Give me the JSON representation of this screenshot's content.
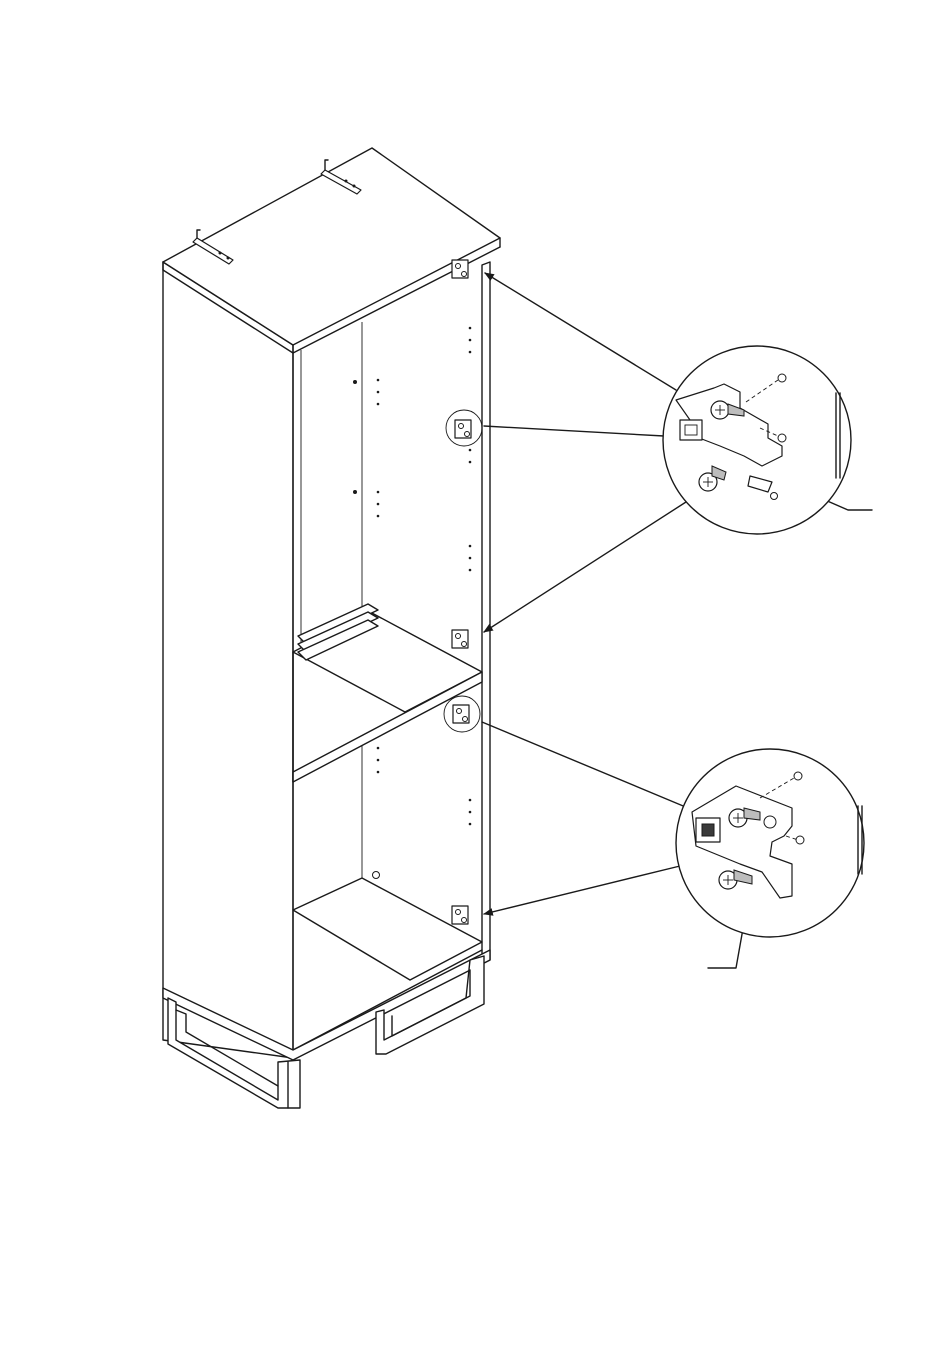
{
  "figure": {
    "type": "assembly-instruction-illustration",
    "subject": "tall-cabinet-hinge-installation",
    "callouts": [
      {
        "name": "upper-hinge-detail",
        "labels": []
      },
      {
        "name": "lower-hinge-detail",
        "labels": []
      }
    ],
    "hinge_count": 4,
    "colors": {
      "line": "#1a1a1a",
      "background": "#ffffff",
      "shade": "#bdbdbd"
    }
  }
}
